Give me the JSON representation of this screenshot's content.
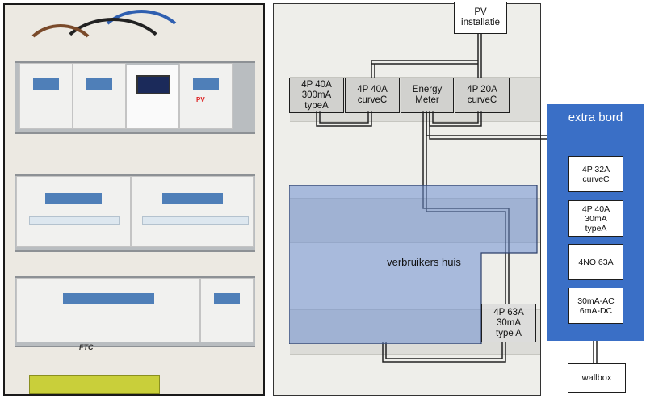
{
  "photo": {
    "label_red": "PV",
    "brand": "FTC"
  },
  "main_panel": {
    "pv": "PV\ninstallatie",
    "breakers": {
      "b1": "4P 40A\n300mA\ntypeA",
      "b2": "4P 40A\ncurveC",
      "meter": "Energy\nMeter",
      "b4": "4P 20A\ncurveC"
    },
    "consumers": "verbruikers huis",
    "rcd": "4P 63A\n30mA\ntype A"
  },
  "extra_board": {
    "title": "extra bord",
    "items": [
      "4P 32A\ncurveC",
      "4P 40A\n30mA\ntypeA",
      "4NO 63A",
      "30mA-AC\n6mA-DC"
    ]
  },
  "wallbox": "wallbox",
  "colors": {
    "extra_board_fill": "#3a6fc6",
    "consumer_zone_fill": "#6f8fcf",
    "consumer_zone_opacity": 0.55,
    "breaker_handle": "#4f7fb8",
    "panel_background": "#eeeeea"
  }
}
